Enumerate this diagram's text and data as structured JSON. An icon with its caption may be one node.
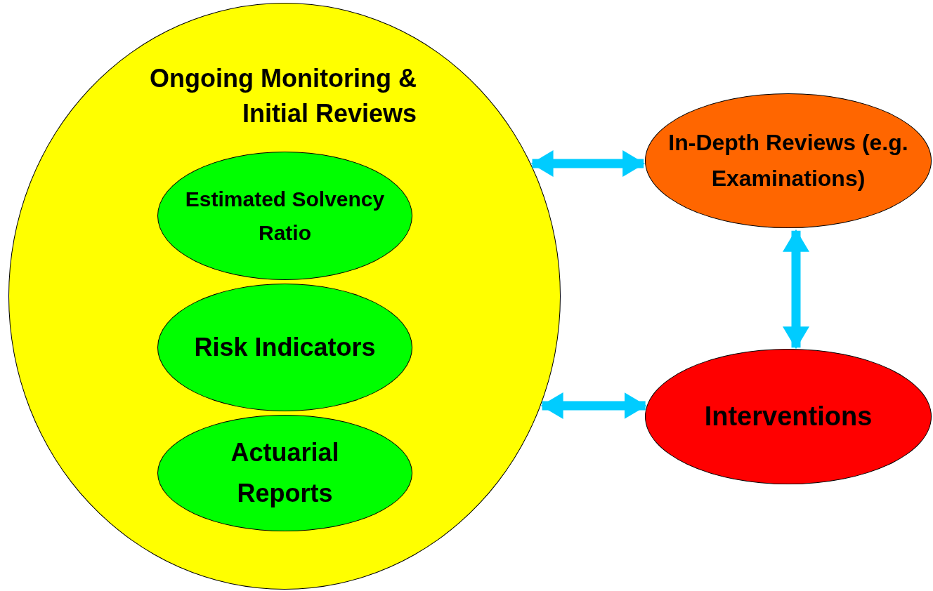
{
  "diagram": {
    "nodes": [
      {
        "text": [
          "Ongoing Monitoring & Initial Reviews"
        ]
      },
      {
        "text": [
          "Estimated Solvency Ratio"
        ],
        "in": 0
      },
      {
        "text": [
          "Risk Indicators"
        ],
        "in": 0
      },
      {
        "text": [
          "Actuarial Reports"
        ],
        "in": 0
      },
      {
        "text": [
          "In-Depth Reviews (e.g. Examinations)"
        ]
      },
      {
        "text": [
          "Interventions"
        ]
      }
    ],
    "edges": [
      {
        "from": 0,
        "to": 4,
        "arrow": "both"
      },
      {
        "from": 4,
        "to": 5,
        "arrow": "both"
      },
      {
        "from": 0,
        "to": 5,
        "arrow": "both"
      }
    ]
  }
}
